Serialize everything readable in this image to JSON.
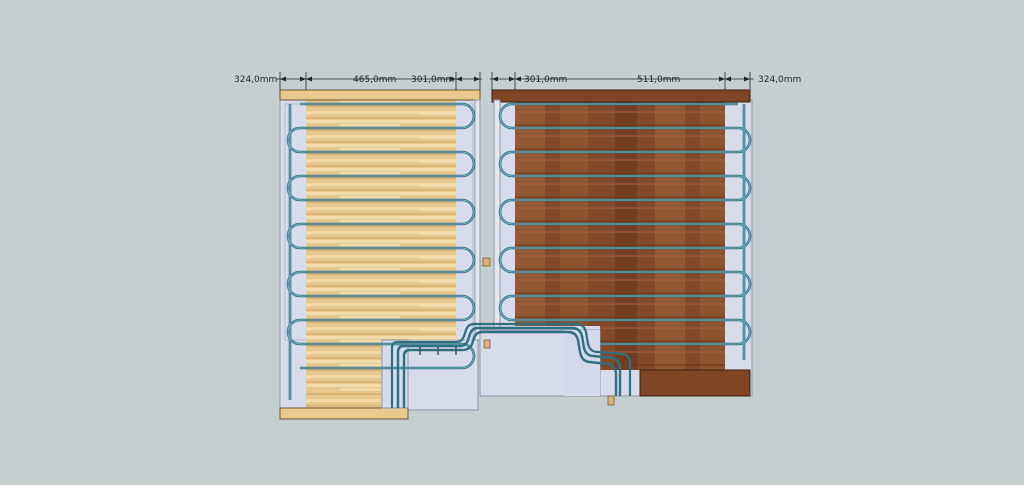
{
  "dimensions": {
    "left": [
      "324,0mm",
      "465,0mm",
      "301,0mm"
    ],
    "right": [
      "301,0mm",
      "511,0mm",
      "324,0mm"
    ]
  },
  "colors": {
    "background": "#c3cfd0",
    "light_wood": "#e9c98e",
    "dark_wood": "#7f4524",
    "pipe": "#2f6f80",
    "insulation": "#d6dcec",
    "dimension_line": "#22292c"
  },
  "left_room": {
    "floor": "light wood",
    "pipe_runs": 12
  },
  "right_room": {
    "floor": "dark wood",
    "pipe_runs": 11
  }
}
